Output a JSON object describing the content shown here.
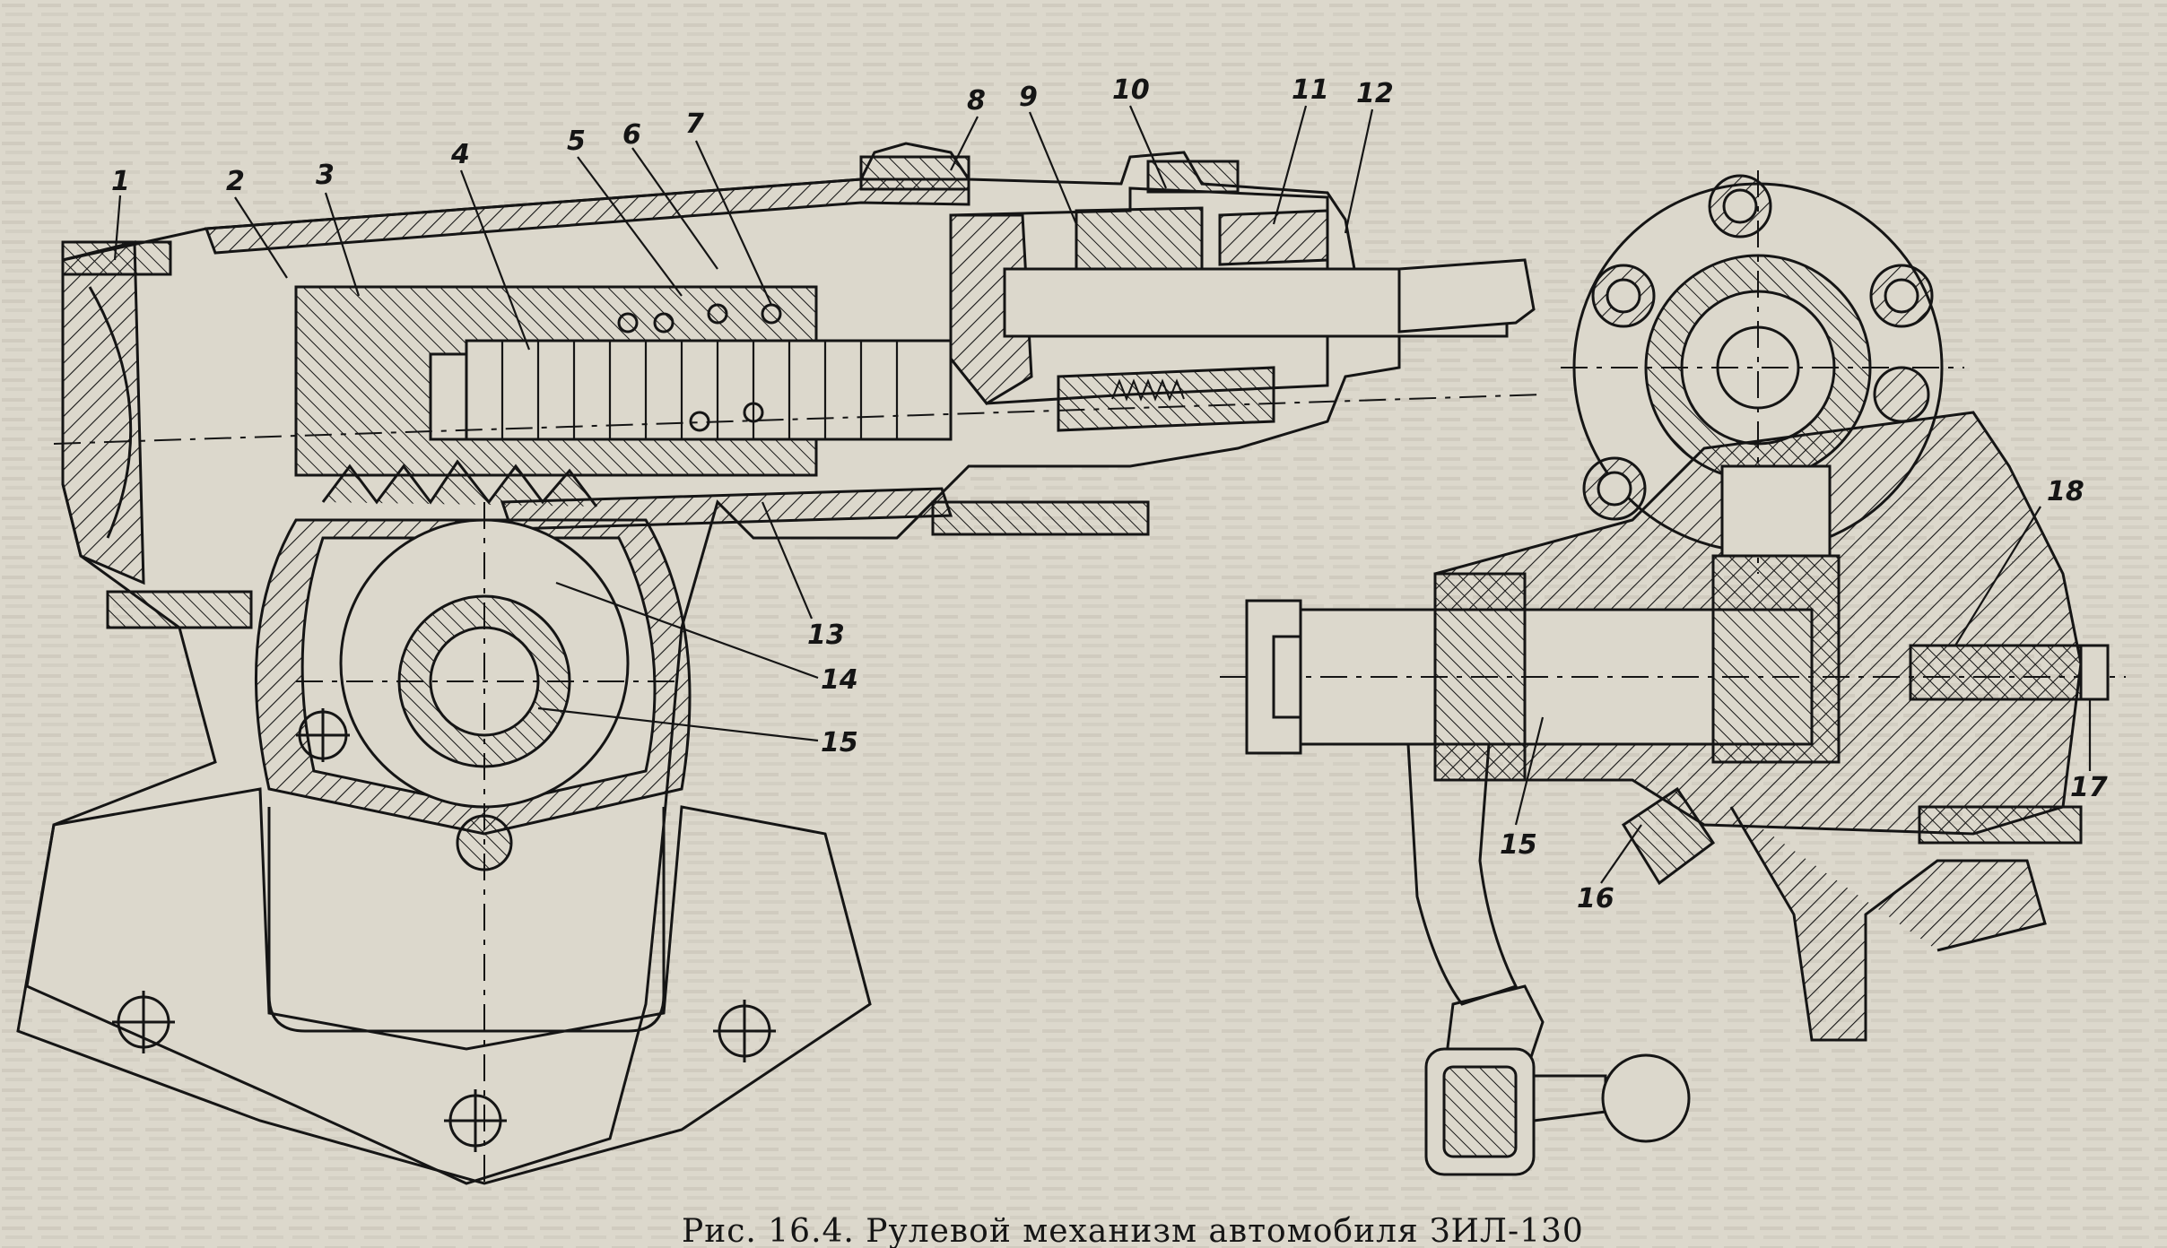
{
  "figure": {
    "caption": "Рис. 16.4. Рулевой механизм автомобиля ЗИЛ-130",
    "callouts": {
      "c1": "1",
      "c2": "2",
      "c3": "3",
      "c4": "4",
      "c5": "5",
      "c6": "6",
      "c7": "7",
      "c8": "8",
      "c9": "9",
      "c10": "10",
      "c11": "11",
      "c12": "12",
      "c13": "13",
      "c14": "14",
      "c15": "15",
      "c15b": "15",
      "c16": "16",
      "c17": "17",
      "c18": "18"
    }
  },
  "colors": {
    "paper": "#dcd8cc",
    "ink": "#151515",
    "bleed": "#b9b4a6"
  }
}
